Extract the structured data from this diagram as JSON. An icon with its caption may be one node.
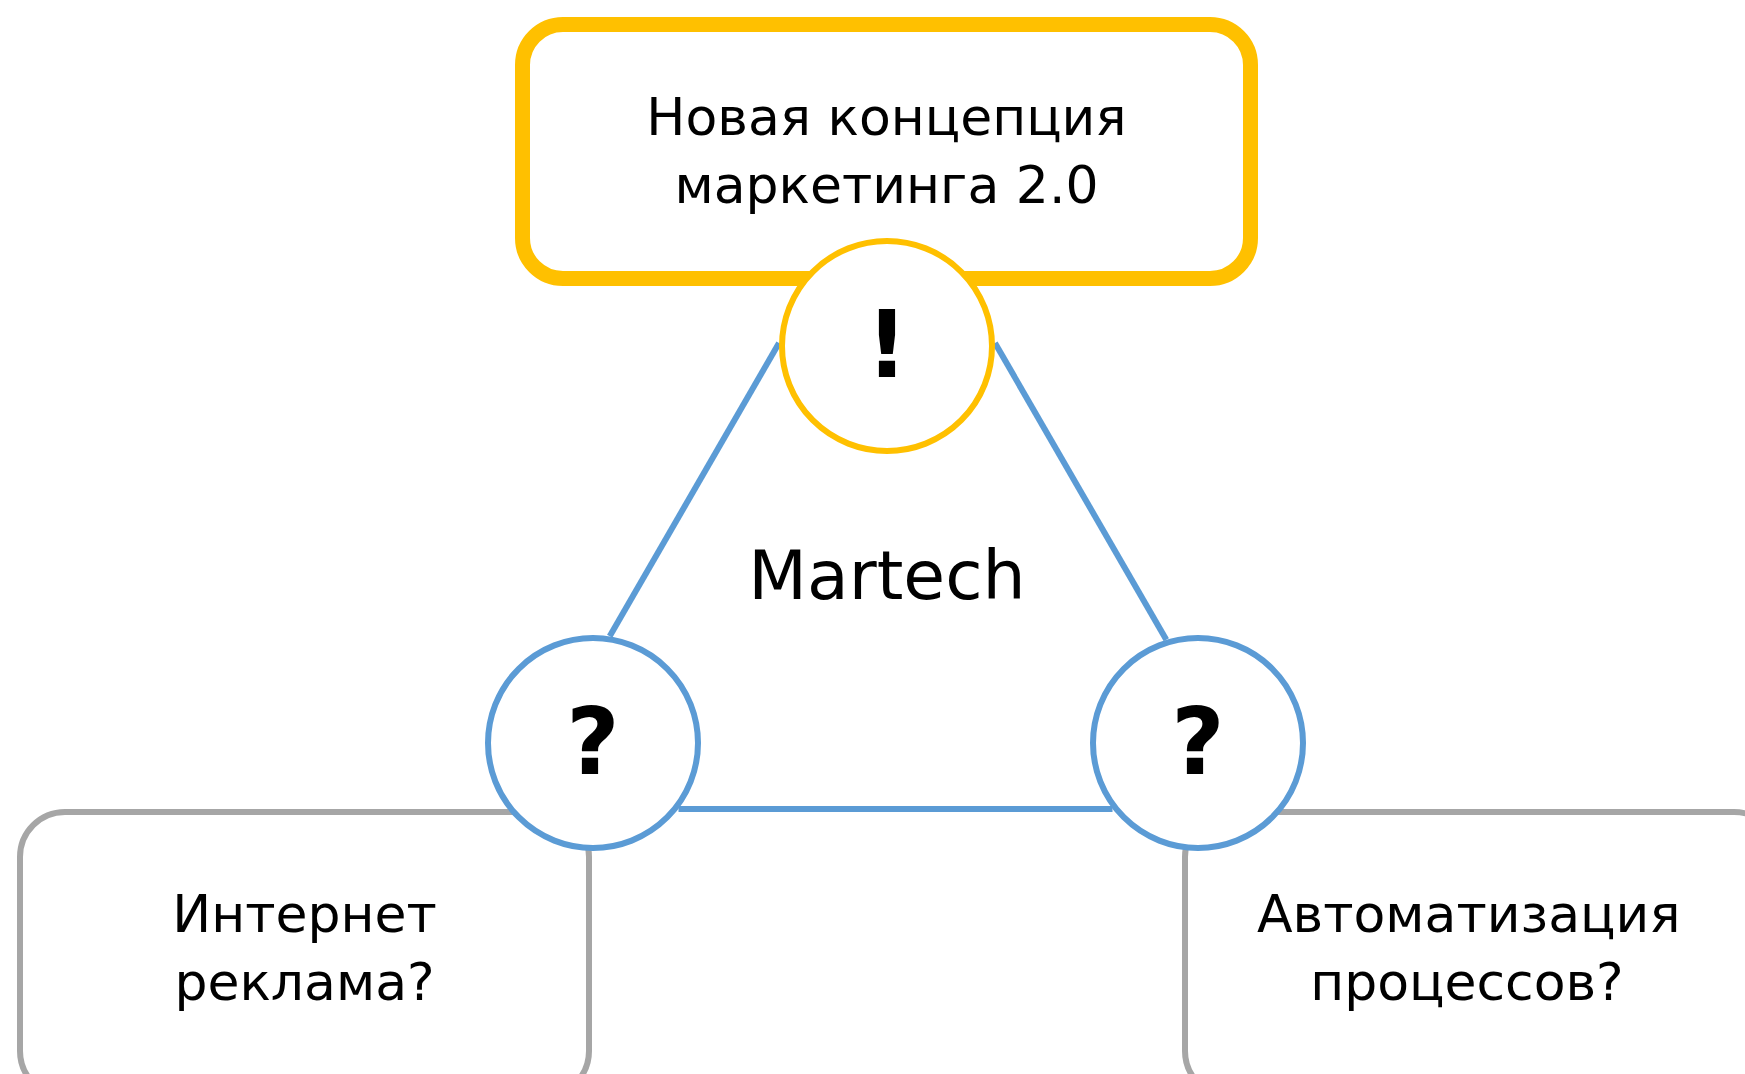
{
  "diagram": {
    "nodes": [
      {
        "text": [
          "Новая концепция маркетинга 2.0"
        ]
      },
      {
        "text": [
          "!"
        ]
      },
      {
        "text": [
          "?"
        ]
      },
      {
        "text": [
          "?"
        ]
      },
      {
        "text": [
          "Интернет реклама?"
        ]
      },
      {
        "text": [
          "Автоматизация процессов?"
        ]
      }
    ],
    "edges": [
      {
        "from": 1,
        "to": 2,
        "arrow": "none"
      },
      {
        "from": 1,
        "to": 3,
        "arrow": "none"
      },
      {
        "from": 2,
        "to": 3,
        "arrow": "none"
      }
    ],
    "labels": [
      "Martech"
    ]
  }
}
